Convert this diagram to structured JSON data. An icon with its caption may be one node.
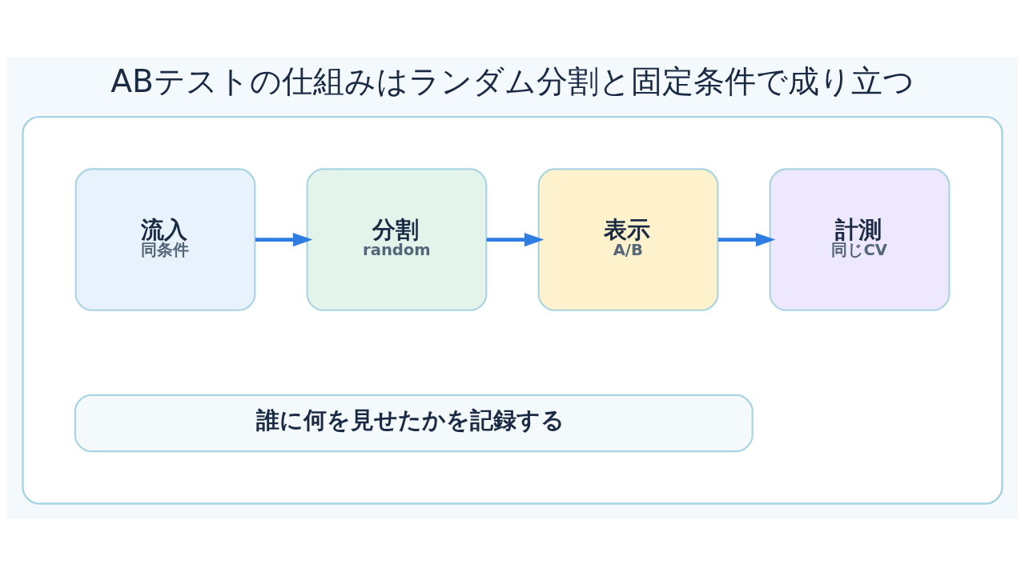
{
  "diagram": {
    "title": "ABテストの仕組みはランダム分割と固定条件で成り立つ",
    "nodes": [
      {
        "text": [],
        "shape": "box"
      },
      {
        "text": [
          "流入",
          "同条件"
        ],
        "in": 0
      },
      {
        "text": [
          "分割",
          "random"
        ],
        "in": 0
      },
      {
        "text": [
          "表示",
          "A/B"
        ],
        "in": 0
      },
      {
        "text": [
          "計測",
          "同じCV"
        ],
        "in": 0
      },
      {
        "text": [
          "誰に何を見せたかを記録する"
        ],
        "in": 0
      }
    ],
    "edges": [
      {
        "from": 1,
        "to": 2,
        "arrow": "to"
      },
      {
        "from": 2,
        "to": 3,
        "arrow": "to"
      },
      {
        "from": 3,
        "to": 4,
        "arrow": "to"
      }
    ]
  }
}
